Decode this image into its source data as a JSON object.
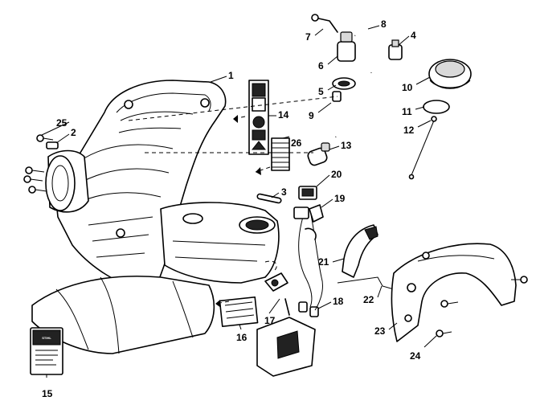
{
  "callouts": [
    {
      "id": "1",
      "label": "1"
    },
    {
      "id": "2",
      "label": "2"
    },
    {
      "id": "3",
      "label": "3"
    },
    {
      "id": "4",
      "label": "4"
    },
    {
      "id": "5",
      "label": "5"
    },
    {
      "id": "6",
      "label": "6"
    },
    {
      "id": "7",
      "label": "7"
    },
    {
      "id": "8",
      "label": "8"
    },
    {
      "id": "9",
      "label": "9"
    },
    {
      "id": "10",
      "label": "10"
    },
    {
      "id": "11",
      "label": "11"
    },
    {
      "id": "12",
      "label": "12"
    },
    {
      "id": "13",
      "label": "13"
    },
    {
      "id": "14",
      "label": "14"
    },
    {
      "id": "15",
      "label": "15"
    },
    {
      "id": "16",
      "label": "16"
    },
    {
      "id": "17",
      "label": "17"
    },
    {
      "id": "18",
      "label": "18"
    },
    {
      "id": "19",
      "label": "19"
    },
    {
      "id": "20",
      "label": "20"
    },
    {
      "id": "21",
      "label": "21"
    },
    {
      "id": "22",
      "label": "22"
    },
    {
      "id": "23",
      "label": "23"
    },
    {
      "id": "24",
      "label": "24"
    },
    {
      "id": "25",
      "label": "25"
    },
    {
      "id": "26",
      "label": "26"
    }
  ],
  "decal": {
    "brand": "STIHL"
  },
  "colors": {
    "line": "#000000",
    "background": "#ffffff",
    "fill_dark": "#222222",
    "fill_grey": "#d9d9d9"
  }
}
